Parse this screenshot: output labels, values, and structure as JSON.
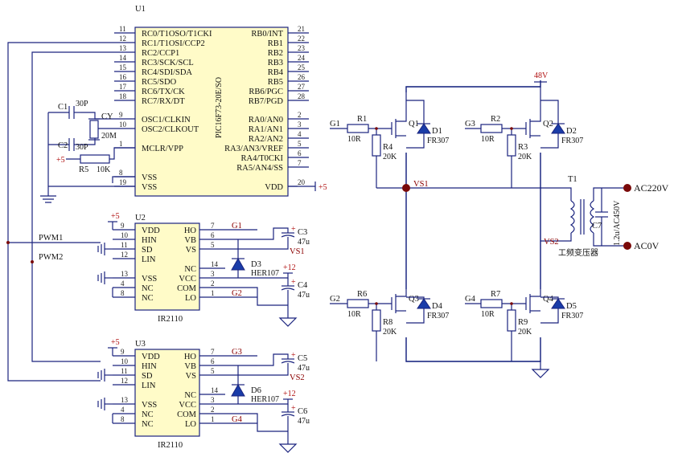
{
  "u1": {
    "ref": "U1",
    "part": "PIC16F73-20E/SO",
    "left_pins": [
      {
        "num": "11",
        "name": "RC0/T1OSO/T1CKI"
      },
      {
        "num": "12",
        "name": "RC1/T1OSI/CCP2"
      },
      {
        "num": "13",
        "name": "RC2/CCP1"
      },
      {
        "num": "14",
        "name": "RC3/SCK/SCL"
      },
      {
        "num": "15",
        "name": "RC4/SDI/SDA"
      },
      {
        "num": "16",
        "name": "RC5/SDO"
      },
      {
        "num": "17",
        "name": "RC6/TX/CK"
      },
      {
        "num": "18",
        "name": "RC7/RX/DT"
      },
      {
        "num": "9",
        "name": "OSC1/CLKIN"
      },
      {
        "num": "10",
        "name": "OSC2/CLKOUT"
      },
      {
        "num": "1",
        "name": "MCLR/VPP"
      },
      {
        "num": "8",
        "name": "VSS"
      },
      {
        "num": "19",
        "name": "VSS"
      }
    ],
    "right_pins": [
      {
        "num": "21",
        "name": "RB0/INT"
      },
      {
        "num": "22",
        "name": "RB1"
      },
      {
        "num": "23",
        "name": "RB2"
      },
      {
        "num": "24",
        "name": "RB3"
      },
      {
        "num": "25",
        "name": "RB4"
      },
      {
        "num": "26",
        "name": "RB5"
      },
      {
        "num": "27",
        "name": "RB6/PGC"
      },
      {
        "num": "28",
        "name": "RB7/PGD"
      },
      {
        "num": "2",
        "name": "RA0/AN0"
      },
      {
        "num": "3",
        "name": "RA1/AN1"
      },
      {
        "num": "4",
        "name": "RA2/AN2"
      },
      {
        "num": "5",
        "name": "RA3/AN3/VREF"
      },
      {
        "num": "6",
        "name": "RA4/T0CKI"
      },
      {
        "num": "7",
        "name": "RA5/AN4/SS"
      },
      {
        "num": "20",
        "name": "VDD"
      }
    ]
  },
  "osc": {
    "c1": "C1",
    "c1_val": "30P",
    "c2": "C2",
    "c2_val": "30P",
    "cy": "CY",
    "cy_val": "20M",
    "r5": "R5",
    "r5_val": "10K",
    "vcc": "+5"
  },
  "vdd_label": "+5",
  "drivers": [
    {
      "ref": "U2",
      "part": "IR2110",
      "left_pins": [
        {
          "num": "9",
          "name": "VDD"
        },
        {
          "num": "10",
          "name": "HIN"
        },
        {
          "num": "11",
          "name": "SD"
        },
        {
          "num": "12",
          "name": "LIN"
        },
        {
          "num": "13",
          "name": "VSS"
        },
        {
          "num": "4",
          "name": "NC"
        },
        {
          "num": "8",
          "name": "NC"
        }
      ],
      "right_pins": [
        {
          "num": "7",
          "name": "HO"
        },
        {
          "num": "6",
          "name": "VB"
        },
        {
          "num": "5",
          "name": "VS"
        },
        {
          "num": "14",
          "name": "NC"
        },
        {
          "num": "3",
          "name": "VCC"
        },
        {
          "num": "2",
          "name": "COM"
        },
        {
          "num": "1",
          "name": "LO"
        }
      ],
      "vdd": "+5",
      "pwm": "PWM1",
      "pwm2": "PWM2",
      "ho_net": "G1",
      "lo_net": "G2",
      "vs_net": "VS1",
      "cb": "C3",
      "cb_val": "47u",
      "diode": "D3",
      "diode_val": "HER107",
      "vcc": "+12",
      "cv": "C4",
      "cv_val": "47u"
    },
    {
      "ref": "U3",
      "part": "IR2110",
      "left_pins": [
        {
          "num": "9",
          "name": "VDD"
        },
        {
          "num": "10",
          "name": "HIN"
        },
        {
          "num": "11",
          "name": "SD"
        },
        {
          "num": "12",
          "name": "LIN"
        },
        {
          "num": "13",
          "name": "VSS"
        },
        {
          "num": "4",
          "name": "NC"
        },
        {
          "num": "8",
          "name": "NC"
        }
      ],
      "right_pins": [
        {
          "num": "7",
          "name": "HO"
        },
        {
          "num": "6",
          "name": "VB"
        },
        {
          "num": "5",
          "name": "VS"
        },
        {
          "num": "14",
          "name": "NC"
        },
        {
          "num": "3",
          "name": "VCC"
        },
        {
          "num": "2",
          "name": "COM"
        },
        {
          "num": "1",
          "name": "LO"
        }
      ],
      "vdd": "+5",
      "ho_net": "G3",
      "lo_net": "G4",
      "vs_net": "VS2",
      "cb": "C5",
      "cb_val": "47u",
      "diode": "D6",
      "diode_val": "HER107",
      "vcc": "+12",
      "cv": "C6",
      "cv_val": "47u"
    }
  ],
  "bridge": {
    "supply": "48V",
    "vs1": "VS1",
    "vs2": "VS2",
    "legs": [
      {
        "gate": "G1",
        "r": "R1",
        "r_val": "10R",
        "rg": "R4",
        "rg_val": "20K",
        "q": "Q1",
        "d": "D1",
        "d_val": "FR307"
      },
      {
        "gate": "G3",
        "r": "R2",
        "r_val": "10R",
        "rg": "R3",
        "rg_val": "20K",
        "q": "Q2",
        "d": "D2",
        "d_val": "FR307"
      },
      {
        "gate": "G2",
        "r": "R6",
        "r_val": "10R",
        "rg": "R8",
        "rg_val": "20K",
        "q": "Q3",
        "d": "D4",
        "d_val": "FR307"
      },
      {
        "gate": "G4",
        "r": "R7",
        "r_val": "10R",
        "rg": "R9",
        "rg_val": "20K",
        "q": "Q4",
        "d": "D5",
        "d_val": "FR307"
      }
    ],
    "transformer": "T1",
    "transformer_label": "工频变压器",
    "c7": "C7",
    "c7_val": "1.2u/AC450V",
    "out_hi": "AC220V",
    "out_lo": "AC0V"
  }
}
